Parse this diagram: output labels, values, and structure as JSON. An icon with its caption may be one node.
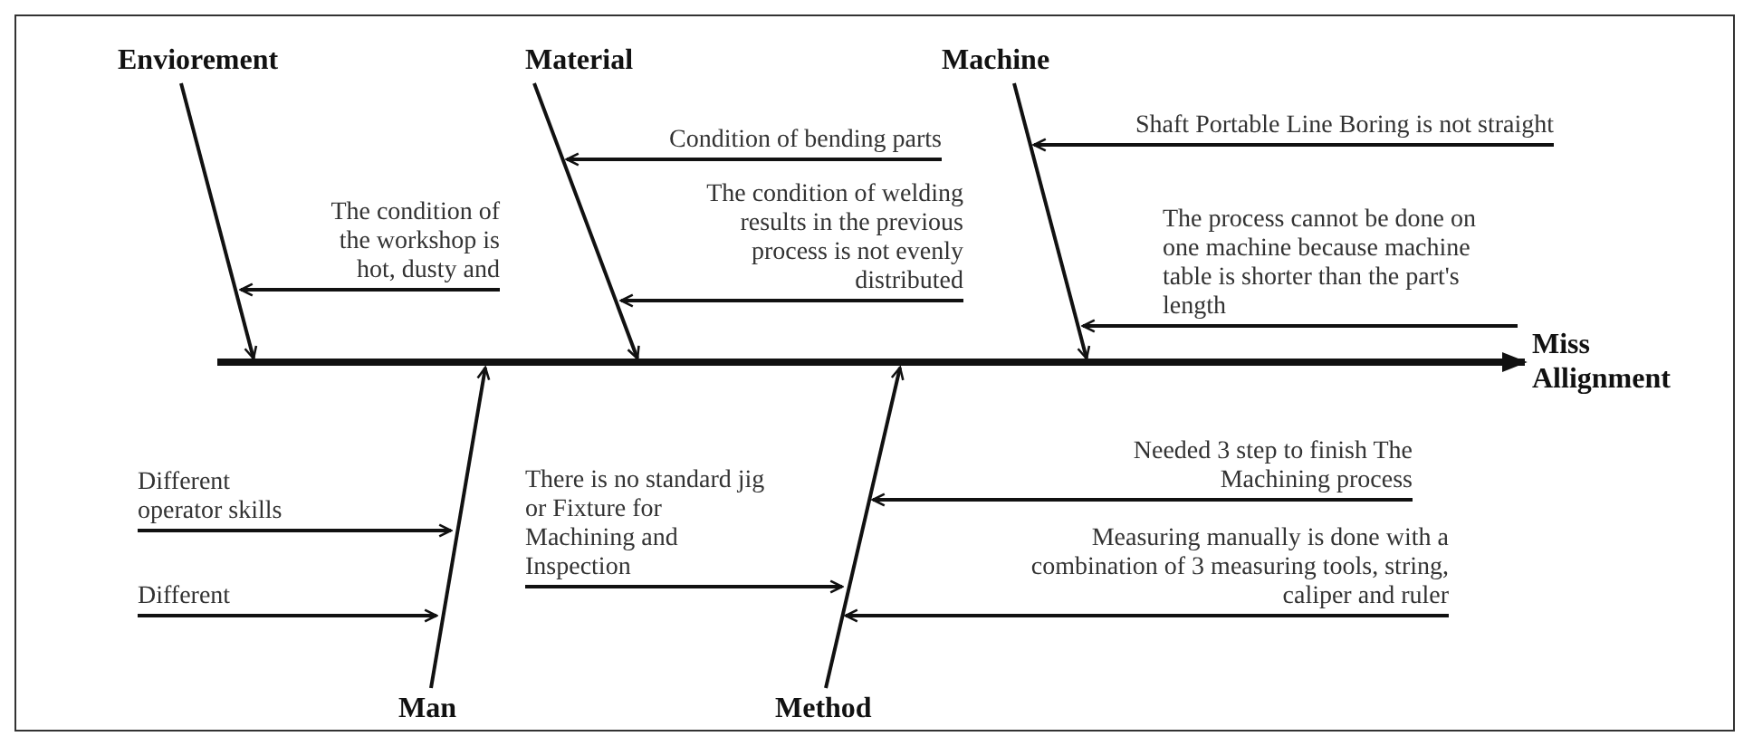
{
  "diagram": {
    "nodes": [
      {
        "text": [
          "Enviorement"
        ]
      },
      {
        "text": [
          "Material"
        ]
      },
      {
        "text": [
          "Machine"
        ]
      },
      {
        "text": [
          "Man"
        ]
      },
      {
        "text": [
          "Method"
        ]
      },
      {
        "text": [
          "Miss Allignment"
        ]
      },
      {
        "text": [
          "The condition of the workshop is hot, dusty and"
        ]
      },
      {
        "text": [
          "Condition of bending parts"
        ]
      },
      {
        "text": [
          "The condition of welding results in the previous process is not evenly distributed"
        ]
      },
      {
        "text": [
          "Shaft Portable Line Boring is not straight"
        ]
      },
      {
        "text": [
          "The process cannot be done on one machine because machine table is shorter than the part's length"
        ]
      },
      {
        "text": [
          "Different operator skills"
        ]
      },
      {
        "text": [
          "Different"
        ]
      },
      {
        "text": [
          "There is no standard jig or Fixture for Machining and Inspection"
        ]
      },
      {
        "text": [
          "Needed 3 step to finish The Machining process"
        ]
      },
      {
        "text": [
          "Measuring manually is done with a combination of 3 measuring tools, string, caliper and ruler"
        ]
      }
    ],
    "edges": [
      {
        "from": null,
        "to": 5,
        "arrow": "to",
        "style": "thick"
      },
      {
        "from": 0,
        "to": null,
        "arrow": "to"
      },
      {
        "from": 1,
        "to": null,
        "arrow": "to"
      },
      {
        "from": 2,
        "to": null,
        "arrow": "to"
      },
      {
        "from": 3,
        "to": null,
        "arrow": "to"
      },
      {
        "from": 4,
        "to": null,
        "arrow": "to"
      },
      {
        "from": 6,
        "to": null,
        "arrow": "to"
      },
      {
        "from": 7,
        "to": null,
        "arrow": "to"
      },
      {
        "from": 8,
        "to": null,
        "arrow": "to"
      },
      {
        "from": 9,
        "to": null,
        "arrow": "to"
      },
      {
        "from": 10,
        "to": null,
        "arrow": "to"
      },
      {
        "from": 11,
        "to": null,
        "arrow": "to"
      },
      {
        "from": 12,
        "to": null,
        "arrow": "to"
      },
      {
        "from": 13,
        "to": null,
        "arrow": "to"
      },
      {
        "from": 14,
        "to": null,
        "arrow": "to"
      },
      {
        "from": 15,
        "to": null,
        "arrow": "to"
      }
    ]
  }
}
